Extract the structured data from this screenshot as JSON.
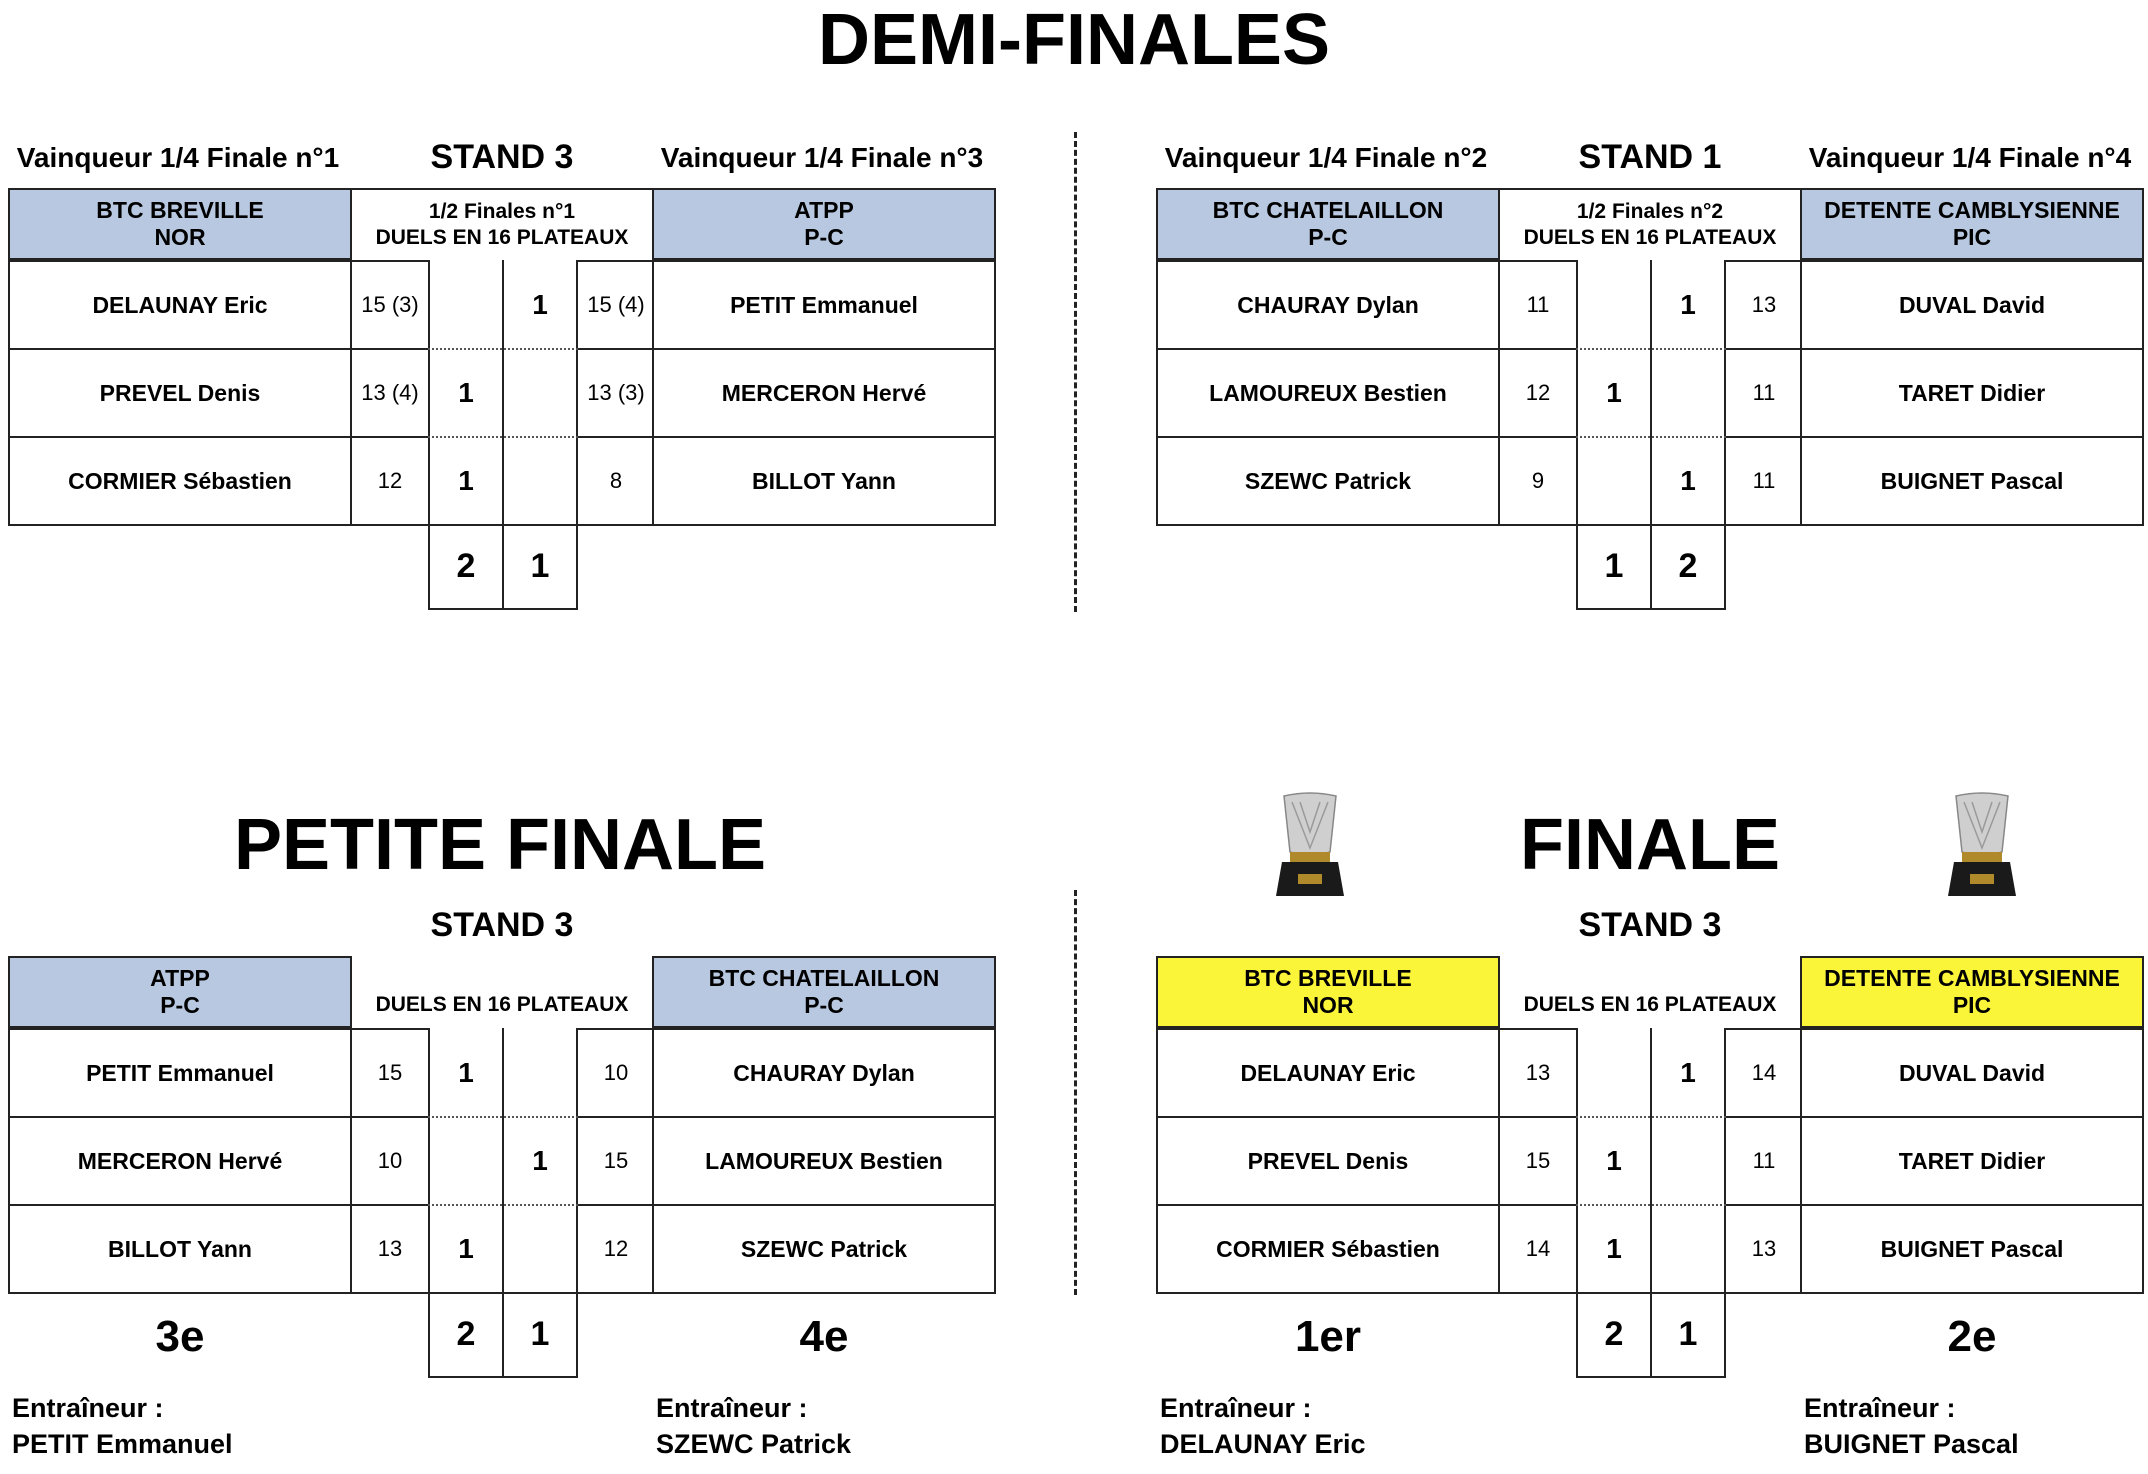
{
  "titles": {
    "semis": "DEMI-FINALES",
    "small_final": "PETITE FINALE",
    "final": "FINALE"
  },
  "semi1": {
    "left_label": "Vainqueur 1/4 Finale n°1",
    "stand": "STAND 3",
    "right_label": "Vainqueur 1/4 Finale n°3",
    "left_team": [
      "BTC BREVILLE",
      "NOR"
    ],
    "mid_head": [
      "1/2 Finales n°1",
      "DUELS EN 16 PLATEAUX"
    ],
    "right_team": [
      "ATPP",
      "P-C"
    ],
    "rows": [
      {
        "lp": "DELAUNAY Eric",
        "ls": "15 (3)",
        "lpt": "",
        "rpt": "1",
        "rs": "15 (4)",
        "rp": "PETIT Emmanuel"
      },
      {
        "lp": "PREVEL Denis",
        "ls": "13 (4)",
        "lpt": "1",
        "rpt": "",
        "rs": "13 (3)",
        "rp": "MERCERON Hervé"
      },
      {
        "lp": "CORMIER Sébastien",
        "ls": "12",
        "lpt": "1",
        "rpt": "",
        "rs": "8",
        "rp": "BILLOT Yann"
      }
    ],
    "totals": [
      "2",
      "1"
    ]
  },
  "semi2": {
    "left_label": "Vainqueur 1/4 Finale n°2",
    "stand": "STAND 1",
    "right_label": "Vainqueur 1/4 Finale n°4",
    "left_team": [
      "BTC CHATELAILLON",
      "P-C"
    ],
    "mid_head": [
      "1/2 Finales n°2",
      "DUELS EN 16 PLATEAUX"
    ],
    "right_team": [
      "DETENTE CAMBLYSIENNE",
      "PIC"
    ],
    "rows": [
      {
        "lp": "CHAURAY Dylan",
        "ls": "11",
        "lpt": "",
        "rpt": "1",
        "rs": "13",
        "rp": "DUVAL David"
      },
      {
        "lp": "LAMOUREUX Bestien",
        "ls": "12",
        "lpt": "1",
        "rpt": "",
        "rs": "11",
        "rp": "TARET Didier"
      },
      {
        "lp": "SZEWC Patrick",
        "ls": "9",
        "lpt": "",
        "rpt": "1",
        "rs": "11",
        "rp": "BUIGNET Pascal"
      }
    ],
    "totals": [
      "1",
      "2"
    ]
  },
  "small_final": {
    "stand": "STAND 3",
    "left_team": [
      "ATPP",
      "P-C"
    ],
    "mid_head": [
      "",
      "DUELS EN 16 PLATEAUX"
    ],
    "right_team": [
      "BTC CHATELAILLON",
      "P-C"
    ],
    "rows": [
      {
        "lp": "PETIT Emmanuel",
        "ls": "15",
        "lpt": "1",
        "rpt": "",
        "rs": "10",
        "rp": "CHAURAY Dylan"
      },
      {
        "lp": "MERCERON Hervé",
        "ls": "10",
        "lpt": "",
        "rpt": "1",
        "rs": "15",
        "rp": "LAMOUREUX Bestien"
      },
      {
        "lp": "BILLOT Yann",
        "ls": "13",
        "lpt": "1",
        "rpt": "",
        "rs": "12",
        "rp": "SZEWC Patrick"
      }
    ],
    "totals": [
      "2",
      "1"
    ],
    "left_rank": "3e",
    "right_rank": "4e",
    "left_coach": [
      "Entraîneur :",
      "PETIT Emmanuel"
    ],
    "right_coach": [
      "Entraîneur :",
      "SZEWC Patrick"
    ]
  },
  "final": {
    "stand": "STAND 3",
    "left_team": [
      "BTC BREVILLE",
      "NOR"
    ],
    "mid_head": [
      "",
      "DUELS EN 16 PLATEAUX"
    ],
    "right_team": [
      "DETENTE CAMBLYSIENNE",
      "PIC"
    ],
    "rows": [
      {
        "lp": "DELAUNAY Eric",
        "ls": "13",
        "lpt": "",
        "rpt": "1",
        "rs": "14",
        "rp": "DUVAL David"
      },
      {
        "lp": "PREVEL Denis",
        "ls": "15",
        "lpt": "1",
        "rpt": "",
        "rs": "11",
        "rp": "TARET Didier"
      },
      {
        "lp": "CORMIER Sébastien",
        "ls": "14",
        "lpt": "1",
        "rpt": "",
        "rs": "13",
        "rp": "BUIGNET Pascal"
      }
    ],
    "totals": [
      "2",
      "1"
    ],
    "left_rank": "1er",
    "right_rank": "2e",
    "left_coach": [
      "Entraîneur :",
      "DELAUNAY Eric"
    ],
    "right_coach": [
      "Entraîneur :",
      "BUIGNET Pascal"
    ]
  },
  "colors": {
    "team_header": "#b7c8e0",
    "final_team_header": "#fbf53a"
  },
  "icons": [
    "trophy-icon"
  ]
}
